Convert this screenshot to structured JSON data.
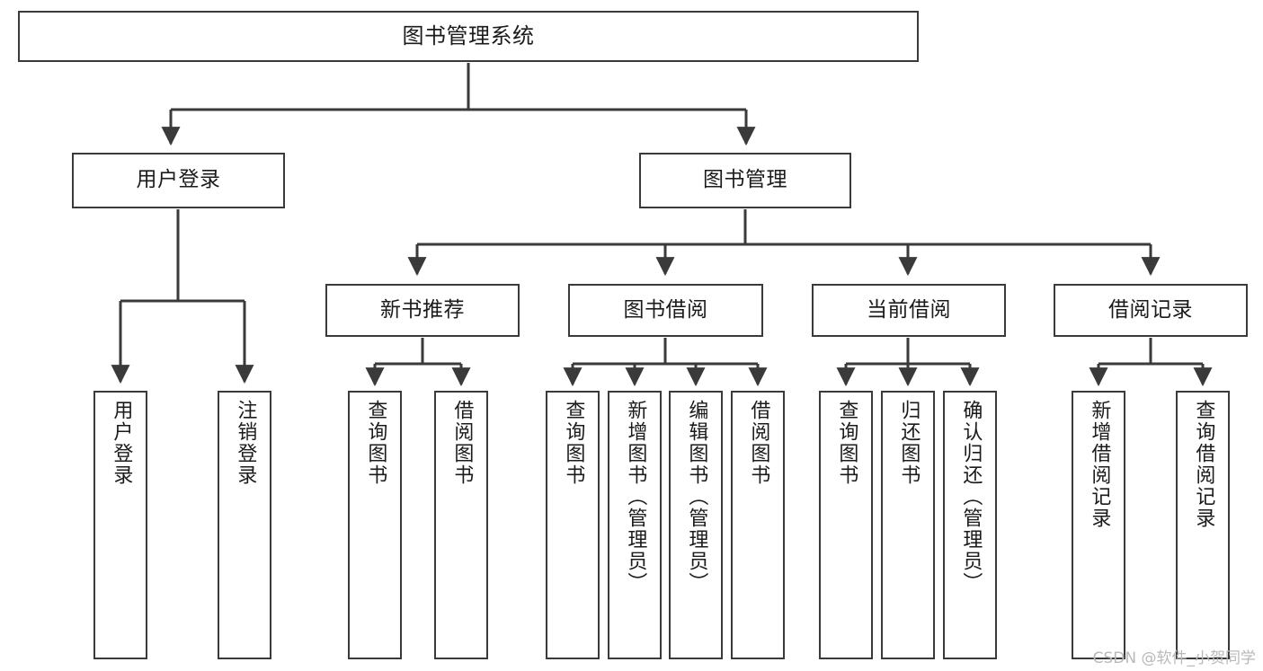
{
  "diagram": {
    "title": "图书管理系统",
    "type": "tree",
    "watermark": "CSDN @软件_小贺同学",
    "line_color": "#3a3a3a",
    "box_fill": "#ffffff",
    "text_color": "#1b1b1b",
    "nodes": {
      "root": {
        "label": "图书管理系统",
        "level": 1
      },
      "login": {
        "label": "用户登录",
        "level": 2
      },
      "book_manage": {
        "label": "图书管理",
        "level": 2
      },
      "new_book": {
        "label": "新书推荐",
        "level": 3
      },
      "borrow": {
        "label": "图书借阅",
        "level": 3
      },
      "current_borrow": {
        "label": "当前借阅",
        "level": 3
      },
      "borrow_record": {
        "label": "借阅记录",
        "level": 3
      },
      "leaf_user_login": {
        "label": "用户登录",
        "level": 4
      },
      "leaf_logout": {
        "label": "注销登录",
        "level": 4
      },
      "leaf_query_book_1": {
        "label": "查询图书",
        "level": 4
      },
      "leaf_borrow_book_1": {
        "label": "借阅图书",
        "level": 4
      },
      "leaf_query_book_2": {
        "label": "查询图书",
        "level": 4
      },
      "leaf_add_book": {
        "label": "新增图书（管理员）",
        "level": 4
      },
      "leaf_edit_book": {
        "label": "编辑图书（管理员）",
        "level": 4
      },
      "leaf_borrow_book_2": {
        "label": "借阅图书",
        "level": 4
      },
      "leaf_query_book_3": {
        "label": "查询图书",
        "level": 4
      },
      "leaf_return_book": {
        "label": "归还图书",
        "level": 4
      },
      "leaf_confirm_return": {
        "label": "确认归还（管理员）",
        "level": 4
      },
      "leaf_add_record": {
        "label": "新增借阅记录",
        "level": 4
      },
      "leaf_query_record": {
        "label": "查询借阅记录",
        "level": 4
      }
    },
    "edges": [
      {
        "from": "root",
        "to": "login"
      },
      {
        "from": "root",
        "to": "book_manage"
      },
      {
        "from": "login",
        "to": "leaf_user_login"
      },
      {
        "from": "login",
        "to": "leaf_logout"
      },
      {
        "from": "book_manage",
        "to": "new_book"
      },
      {
        "from": "book_manage",
        "to": "borrow"
      },
      {
        "from": "book_manage",
        "to": "current_borrow"
      },
      {
        "from": "book_manage",
        "to": "borrow_record"
      },
      {
        "from": "new_book",
        "to": "leaf_query_book_1"
      },
      {
        "from": "new_book",
        "to": "leaf_borrow_book_1"
      },
      {
        "from": "borrow",
        "to": "leaf_query_book_2"
      },
      {
        "from": "borrow",
        "to": "leaf_add_book"
      },
      {
        "from": "borrow",
        "to": "leaf_edit_book"
      },
      {
        "from": "borrow",
        "to": "leaf_borrow_book_2"
      },
      {
        "from": "current_borrow",
        "to": "leaf_query_book_3"
      },
      {
        "from": "current_borrow",
        "to": "leaf_return_book"
      },
      {
        "from": "current_borrow",
        "to": "leaf_confirm_return"
      },
      {
        "from": "borrow_record",
        "to": "leaf_add_record"
      },
      {
        "from": "borrow_record",
        "to": "leaf_query_record"
      }
    ]
  }
}
